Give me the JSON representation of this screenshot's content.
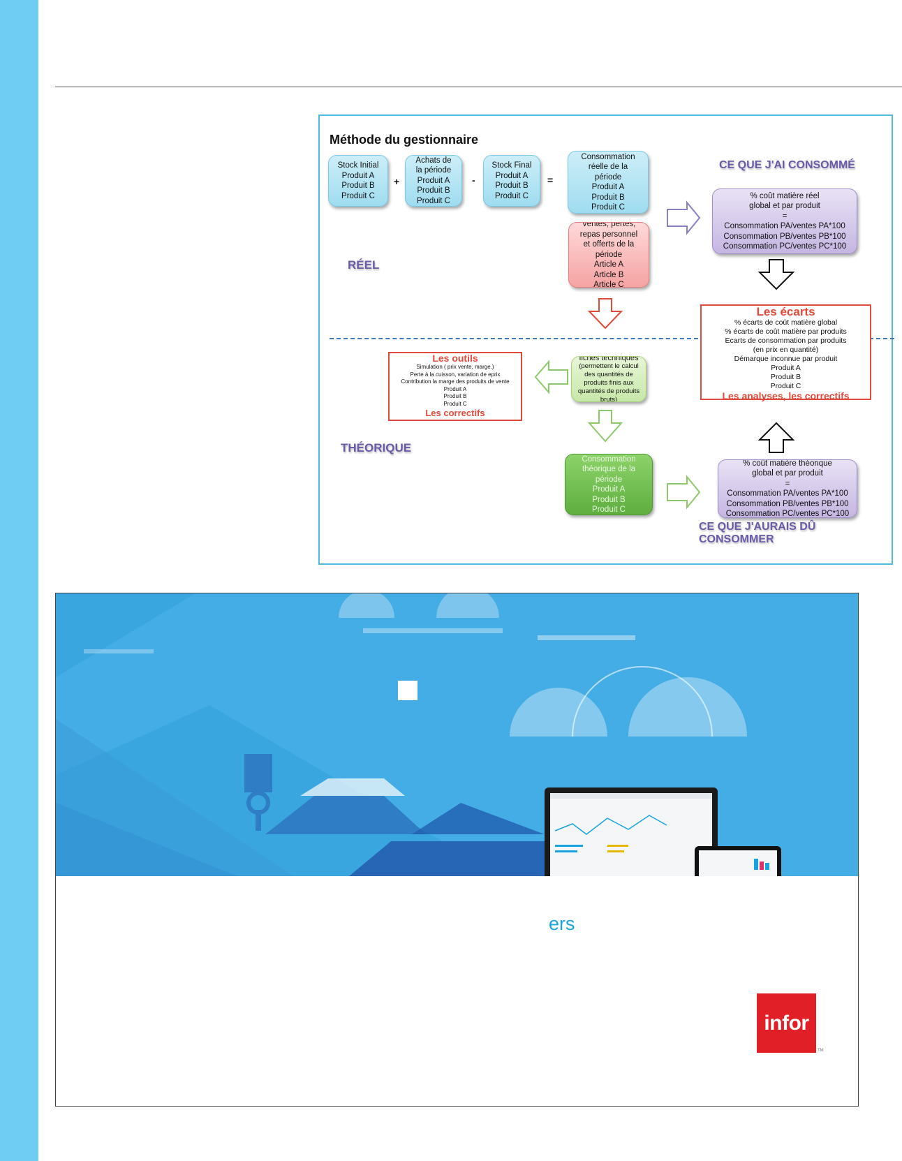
{
  "diagram": {
    "title": "Méthode du gestionnaire",
    "boxes": {
      "stock_initial": [
        "Stock Initial",
        "Produit A",
        "Produit B",
        "Produit C"
      ],
      "achats": [
        "Achats de",
        "la période",
        "Produit A",
        "Produit B",
        "Produit C"
      ],
      "stock_final": [
        "Stock Final",
        "Produit A",
        "Produit B",
        "Produit C"
      ],
      "consommation_reelle": [
        "Consommation",
        "réelle de la",
        "période",
        "Produit A",
        "Produit B",
        "Produit C"
      ],
      "ventes": [
        "Ventes,  pertes,",
        "repas personnel",
        "et offerts de la",
        "période",
        "Article A",
        "Article B",
        "Article C"
      ],
      "cout_reel": [
        "% coût matière réel",
        "global et par produit",
        "=",
        "Consommation PA/ventes PA*100",
        "Consommation PB/ventes PB*100",
        "Consommation PC/ventes PC*100"
      ],
      "fiches": [
        "fiches techniques",
        "(permettent le calcul",
        "des quantités de",
        "produits finis aux",
        "quantités de produits",
        "bruts)"
      ],
      "consommation_theorique": [
        "Consommation",
        "théorique de la",
        "période",
        "Produit A",
        "Produit B",
        "Produit C"
      ],
      "cout_theorique": [
        "% coût matière théorique",
        "global et par produit",
        "=",
        "Consommation PA/ventes PA*100",
        "Consommation PB/ventes PB*100",
        "Consommation PC/ventes PC*100"
      ]
    },
    "operators": {
      "plus": "+",
      "minus": "-",
      "equals": "="
    },
    "headings": {
      "consomme": "CE QUE J'AI CONSOMMÉ",
      "aurais": "CE QUE J'AURAIS DÛ CONSOMMER",
      "reel": "RÉEL",
      "theorique": "THÉORIQUE"
    },
    "ecarts": {
      "title": "Les écarts",
      "lines": [
        "%  écarts de coût matière global",
        "%  écarts de coût matière par produits",
        "Ecarts de consommation par produits",
        "(en prix en quantité)",
        "Démarque inconnue par produit",
        "Produit A",
        "Produit B",
        "Produit C"
      ],
      "footer": "Les analyses, les correctifs"
    },
    "outils": {
      "title": "Les outils",
      "lines": [
        "Simulation ( prix vente, marge.)",
        "Perte à la cuisson, variation de eprix",
        "Contribution la marge des produits de vente",
        "Produit A",
        "Produit B",
        "Produit C"
      ],
      "footer": "Les correctifs"
    }
  },
  "banner": {
    "text": "ers",
    "logo": "infor",
    "trademark": "TM"
  },
  "colors": {
    "sidebar": "#6fcdf4",
    "banner_blue": "#3aa6e0",
    "logo_red": "#e11f26",
    "heading_purple": "#6a5aa8",
    "frame_red": "#e04a3a"
  }
}
